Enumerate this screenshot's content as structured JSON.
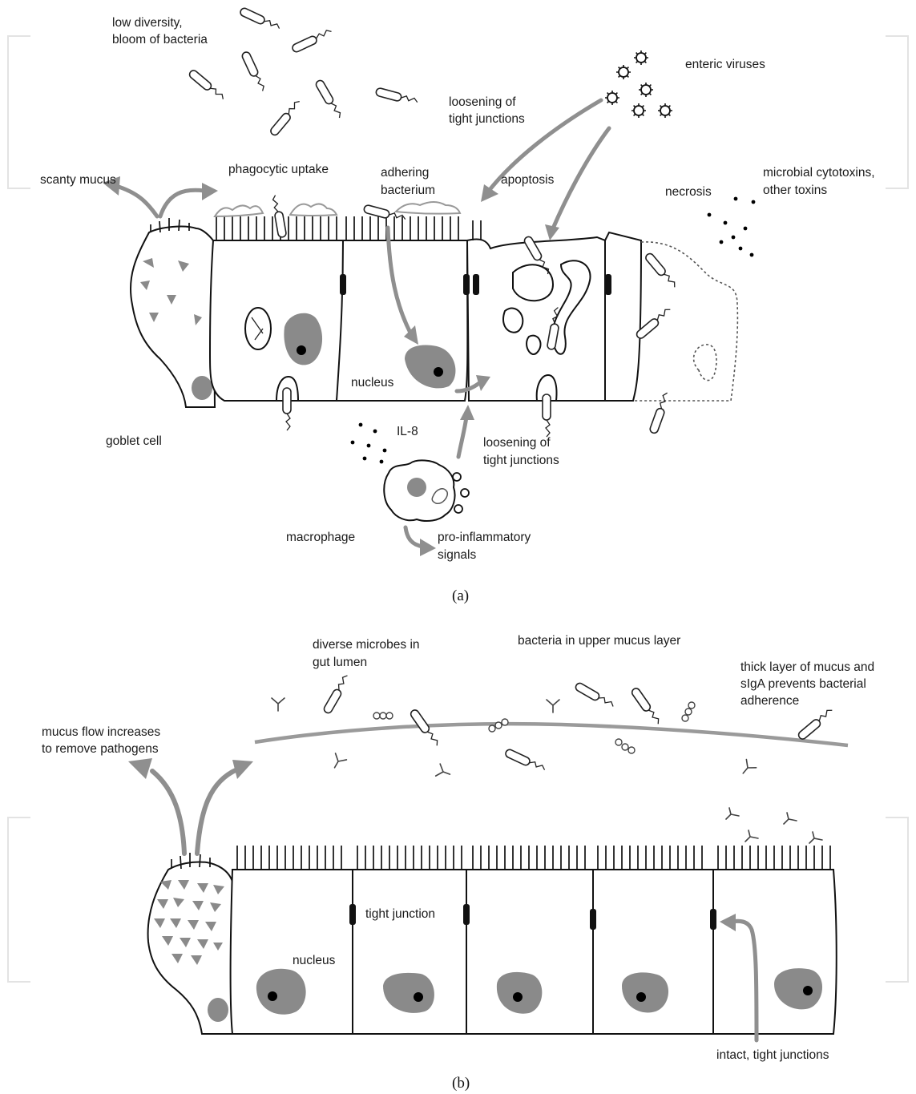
{
  "figure": {
    "panel_a": {
      "caption": "(a)",
      "labels": {
        "low_diversity_1": "low diversity,",
        "low_diversity_2": "bloom of bacteria",
        "enteric_viruses": "enteric viruses",
        "loosening_top_1": "loosening of",
        "loosening_top_2": "tight junctions",
        "scanty_mucus": "scanty mucus",
        "phagocytic_uptake": "phagocytic uptake",
        "adhering_1": "adhering",
        "adhering_2": "bacterium",
        "apoptosis": "apoptosis",
        "necrosis": "necrosis",
        "cytotoxins_1": "microbial cytotoxins,",
        "cytotoxins_2": "other toxins",
        "nucleus": "nucleus",
        "goblet_cell": "goblet cell",
        "il8": "IL-8",
        "loosening_bottom_1": "loosening of",
        "loosening_bottom_2": "tight junctions",
        "macrophage": "macrophage",
        "pro_inflammatory_1": "pro-inflammatory",
        "pro_inflammatory_2": "signals"
      }
    },
    "panel_b": {
      "caption": "(b)",
      "labels": {
        "diverse_1": "diverse microbes in",
        "diverse_2": "gut lumen",
        "upper_mucus": "bacteria in upper mucus layer",
        "thick_1": "thick layer of mucus and",
        "thick_2": "sIgA prevents bacterial",
        "thick_3": "adherence",
        "mucus_flow_1": "mucus flow increases",
        "mucus_flow_2": "to remove pathogens",
        "tight_junction": "tight junction",
        "nucleus": "nucleus",
        "intact": "intact, tight junctions"
      }
    }
  }
}
